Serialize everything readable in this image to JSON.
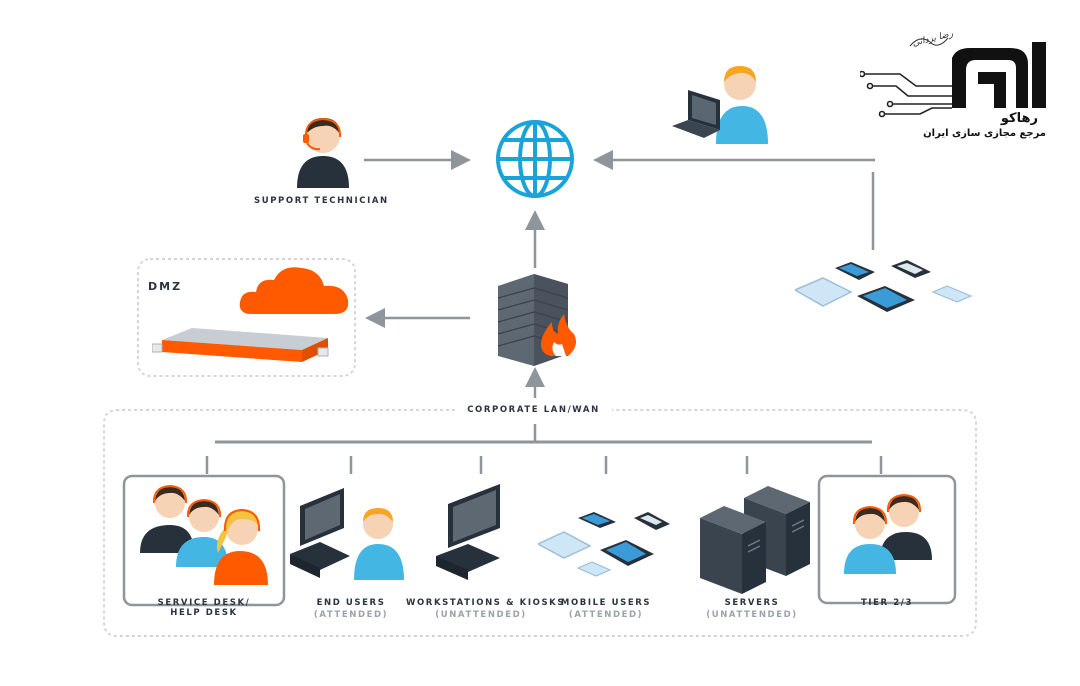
{
  "labels": {
    "support_technician": "SUPPORT TECHNICIAN",
    "dmz": "DMZ",
    "corporate_lan": "CORPORATE LAN/WAN",
    "service_desk_1": "SERVICE DESK/",
    "service_desk_2": "HELP DESK",
    "end_users": "END USERS",
    "end_users_sub": "(ATTENDED)",
    "workstations": "WORKSTATIONS & KIOSKS",
    "workstations_sub": "(UNATTENDED)",
    "mobile_users": "MOBILE USERS",
    "mobile_users_sub": "(ATTENDED)",
    "servers": "SERVERS",
    "servers_sub": "(UNATTENDED)",
    "tier": "TIER 2/3"
  },
  "logo": {
    "brand": "رهاکو",
    "tagline": "مرجع مجازی سازی ایران",
    "signature": "رضا یزدانی"
  },
  "colors": {
    "arrow": "#8e969c",
    "globe": "#1aa3d8",
    "accent_orange": "#ff5a00",
    "person_dark": "#27313c",
    "person_blue": "#43b6e3",
    "skin": "#f6d3b5",
    "dash": "#d3d6d9"
  }
}
